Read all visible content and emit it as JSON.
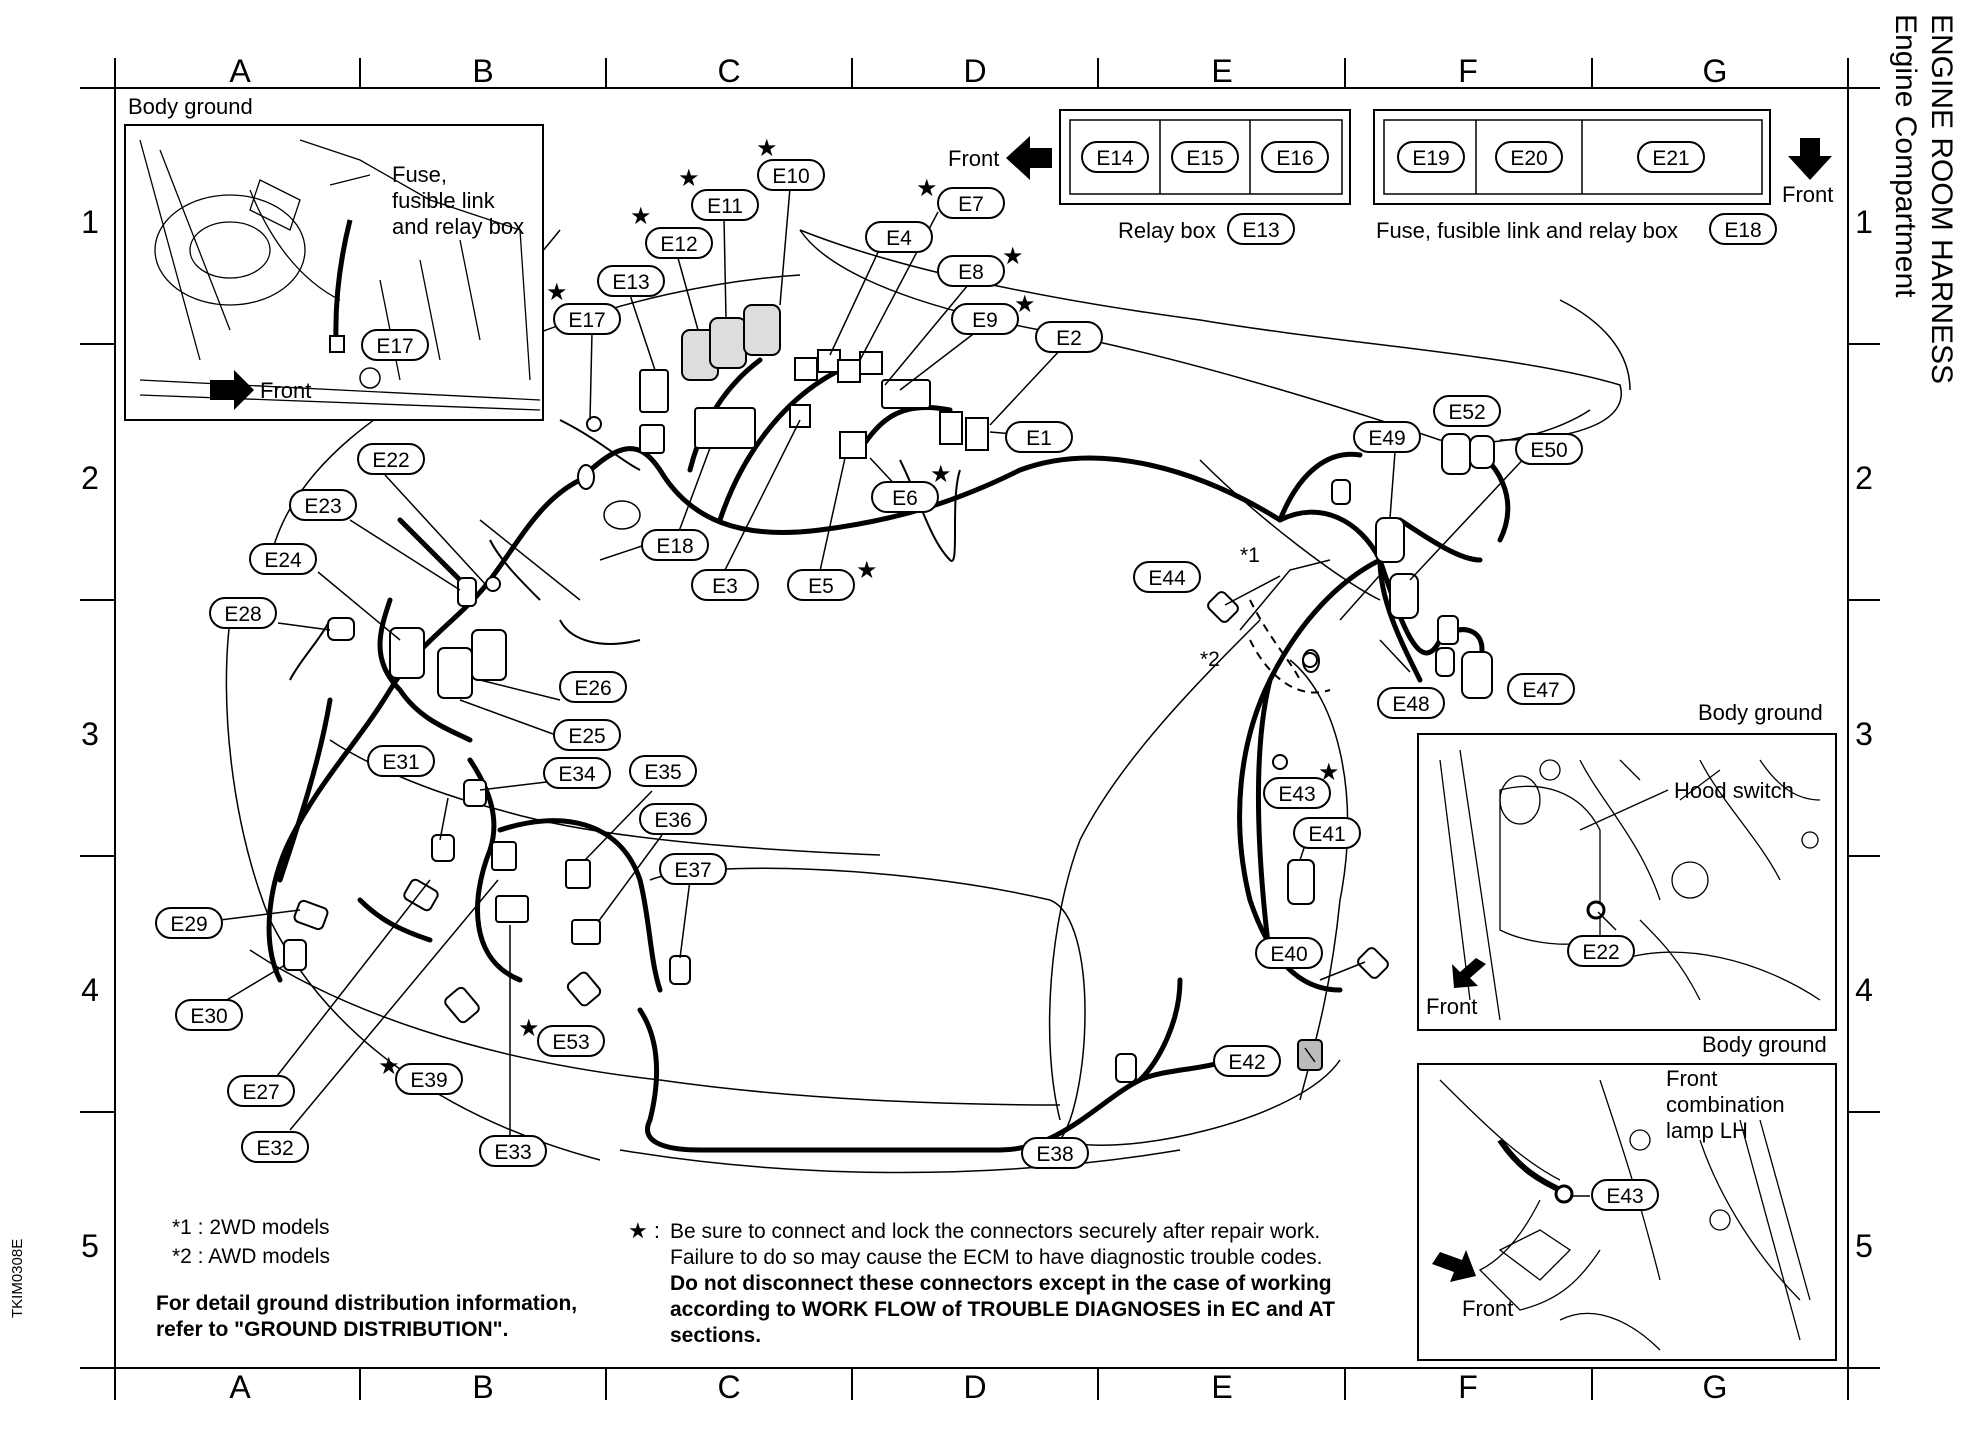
{
  "title": {
    "line1": "ENGINE ROOM HARNESS",
    "line2": "Engine Compartment"
  },
  "figure_code": "TKIM0308E",
  "grid": {
    "columns": [
      "A",
      "B",
      "C",
      "D",
      "E",
      "F",
      "G"
    ],
    "rows": [
      "1",
      "2",
      "3",
      "4",
      "5"
    ]
  },
  "insets": {
    "top_left": {
      "title": "Body ground",
      "label_line1": "Fuse,",
      "label_line2": "fusible link",
      "label_line3": "and relay box",
      "connector": "E17",
      "front": "Front"
    },
    "relay_box": {
      "front": "Front",
      "connectors": [
        "E14",
        "E15",
        "E16"
      ],
      "caption": "Relay box",
      "caption_connector": "E13"
    },
    "fuse_box": {
      "front": "Front",
      "connectors": [
        "E19",
        "E20",
        "E21"
      ],
      "caption": "Fuse, fusible link and relay box",
      "caption_connector": "E18"
    },
    "hood_switch": {
      "title": "Body ground",
      "label": "Hood switch",
      "connector": "E22",
      "front": "Front"
    },
    "front_lamp": {
      "title": "Body ground",
      "label_line1": "Front",
      "label_line2": "combination",
      "label_line3": "lamp LH",
      "connector": "E43",
      "front": "Front"
    }
  },
  "connectors": {
    "E1": "E1",
    "E2": "E2",
    "E3": "E3",
    "E4": "E4",
    "E5": "E5",
    "E6": "E6",
    "E7": "E7",
    "E8": "E8",
    "E9": "E9",
    "E10": "E10",
    "E11": "E11",
    "E12": "E12",
    "E13": "E13",
    "E17": "E17",
    "E18": "E18",
    "E22": "E22",
    "E23": "E23",
    "E24": "E24",
    "E25": "E25",
    "E26": "E26",
    "E27": "E27",
    "E28": "E28",
    "E29": "E29",
    "E30": "E30",
    "E31": "E31",
    "E32": "E32",
    "E33": "E33",
    "E34": "E34",
    "E35": "E35",
    "E36": "E36",
    "E37": "E37",
    "E38": "E38",
    "E39": "E39",
    "E40": "E40",
    "E41": "E41",
    "E42": "E42",
    "E43": "E43",
    "E44": "E44",
    "E47": "E47",
    "E48": "E48",
    "E49": "E49",
    "E50": "E50",
    "E52": "E52",
    "E53": "E53"
  },
  "markers": {
    "star": "★",
    "m1": "*1",
    "m2": "*2"
  },
  "notes": {
    "model1": "*1 : 2WD models",
    "model2": "*2 : AWD models",
    "ground_line1": "For detail ground distribution information,",
    "ground_line2": "refer to \"GROUND DISTRIBUTION\".",
    "star_note_lead": "★ :",
    "star_line1": "Be sure to connect and lock the connectors securely after repair work.",
    "star_line2": "Failure to do so may cause the ECM to have diagnostic trouble codes.",
    "star_line3": "Do not disconnect these connectors except in the case of working",
    "star_line4": "according to WORK FLOW of TROUBLE DIAGNOSES in EC and AT",
    "star_line5": "sections."
  }
}
